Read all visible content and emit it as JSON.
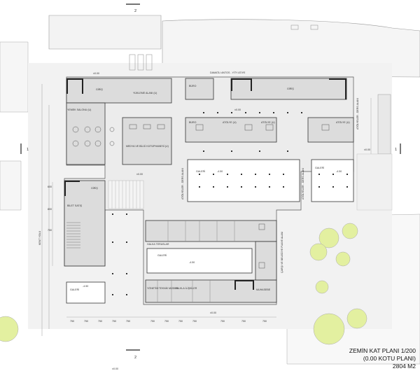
{
  "title": {
    "line1": "ZEMİN KAT PLANI 1/200",
    "line2": "(0.00 KOTU PLANI)",
    "line3": "2804 M2"
  },
  "section_marker": "2",
  "side_marker": "1",
  "street_label": "DAMATLI ANTOS - YİTY ATIYE",
  "levels": {
    "top_left": "±0.00",
    "center": "±0.00",
    "right": "±0.00",
    "courtyard": "±0.00",
    "galeri_center": "-4.50",
    "galeri_right": "-4.50",
    "galeri_lower": "-4.50",
    "galeri_left": "-4.50",
    "bottom": "±0.00",
    "bottom_left": "±0.00"
  },
  "rooms": {
    "giris_top": "GİRİŞ",
    "yukleme": "YÜKLEME ALANI (U)",
    "yemek": "YEMEK SALONU (U)",
    "medya": "MEDYA VE BİLGİ KÜTÜPHANESİ (U)",
    "buro_top": "BÜRO",
    "buro_mid": "BÜRO",
    "atolye_1": "ATÖLYE (U)",
    "atolye_2": "ATÖLYE (U)",
    "atolye_3": "ATÖLYE (U)",
    "giris_top_right": "GİRİŞ",
    "galeri_center": "GALERİ",
    "galeri_right": "GALERİ",
    "giris_left": "GİRİŞ",
    "bilet": "BİLET SATIŞ",
    "halka_terrace": "HALKA TERASLAR",
    "galeri_lower": "GALERİ",
    "galeri_left": "GALERİ",
    "yonetim": "YÖNETİM",
    "teknik": "TEKNİK MÜDÜR",
    "halkla": "HALKLA İLİŞKİLER",
    "muhasebe": "MUHASEBE",
    "atolyeler_v1": "ATÖLYELER - DERS ALANI",
    "atolyeler_v2": "ATÖLYELER - DERS ALANI",
    "atolyeler_v3": "ATÖLYELER - DERS ALANI",
    "halka_vertical": "ÇARŞI VE BELEDİYE FUAYE ALANI",
    "kent_yolu": "KENT YOLU"
  },
  "dims": [
    "750",
    "750",
    "750",
    "750",
    "750",
    "750",
    "750",
    "750",
    "750",
    "750",
    "750",
    "750",
    "600",
    "800",
    "750"
  ]
}
